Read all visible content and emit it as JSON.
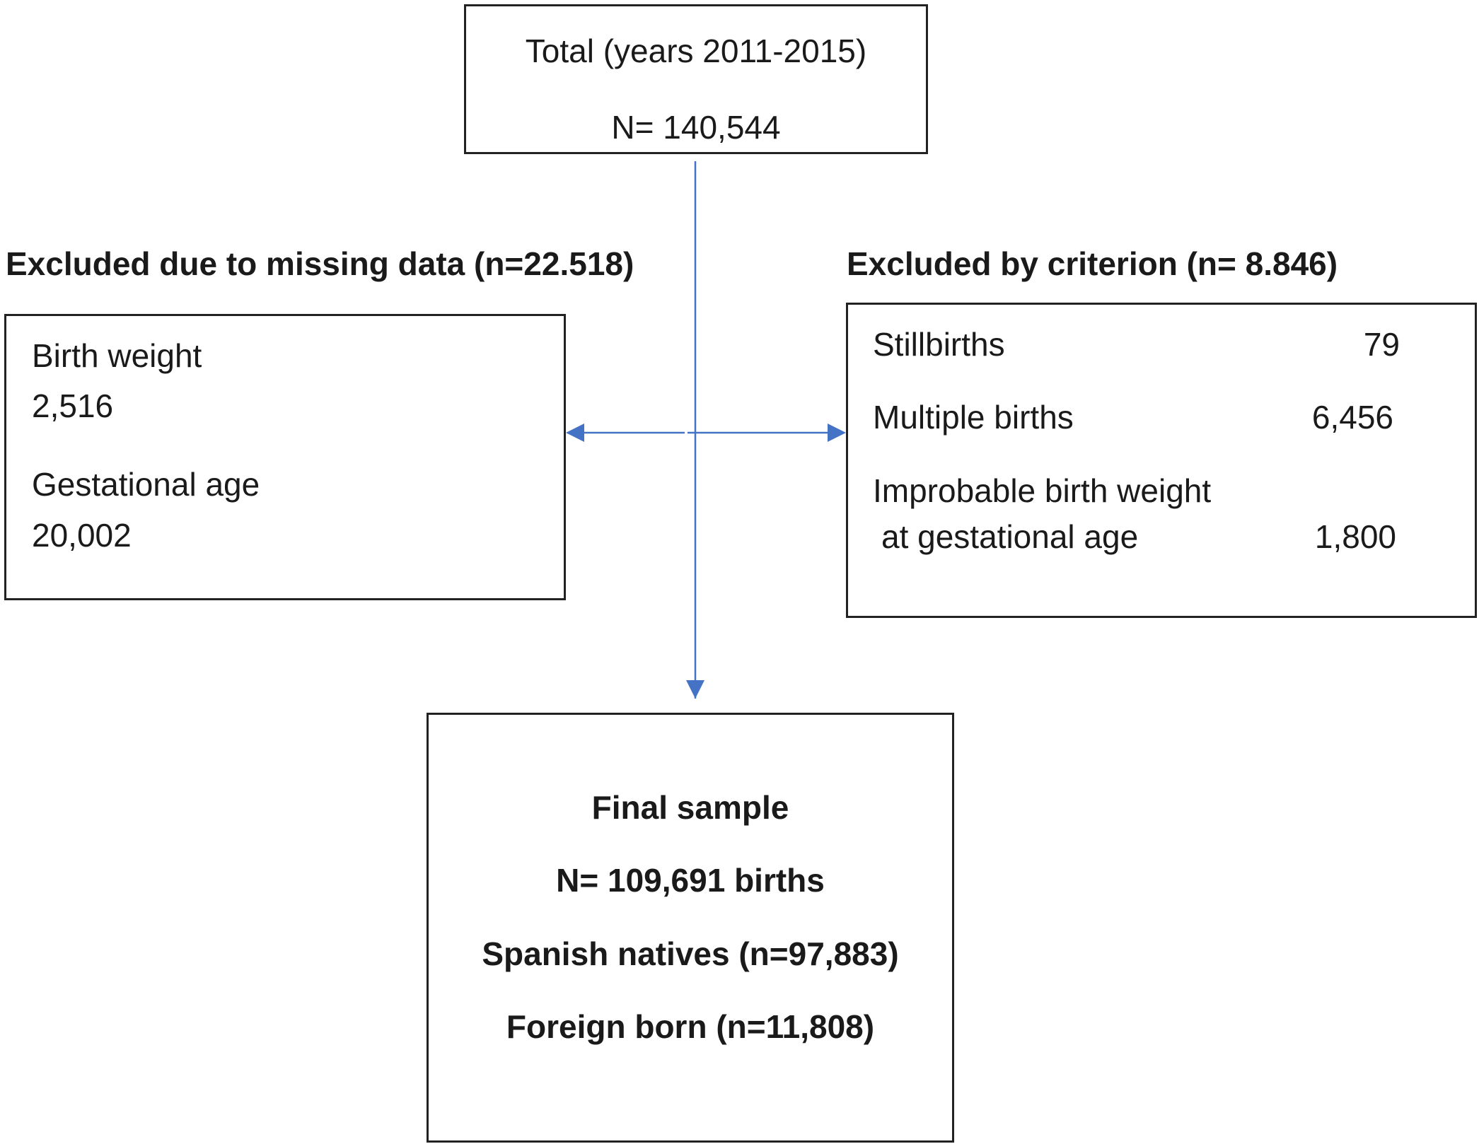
{
  "total": {
    "title": "Total (years 2011-2015)",
    "n": "N= 140,544"
  },
  "missing": {
    "header": "Excluded due to missing data (n=22.518)",
    "items": [
      {
        "label": "Birth weight",
        "value": "2,516"
      },
      {
        "label": "Gestational age",
        "value": "20,002"
      }
    ]
  },
  "criterion": {
    "header": "Excluded by criterion (n= 8.846)",
    "items": [
      {
        "label": "Stillbirths",
        "value": "79"
      },
      {
        "label": "Multiple births",
        "value": "6,456"
      },
      {
        "label": "Improbable birth weight",
        "label2": "at gestational age",
        "value": "1,800"
      }
    ]
  },
  "final": {
    "title": "Final sample",
    "n": "N= 109,691 births",
    "natives": "Spanish natives (n=97,883)",
    "foreign": "Foreign born (n=11,808)"
  },
  "colors": {
    "arrow": "#4472c4",
    "border": "#222222"
  }
}
